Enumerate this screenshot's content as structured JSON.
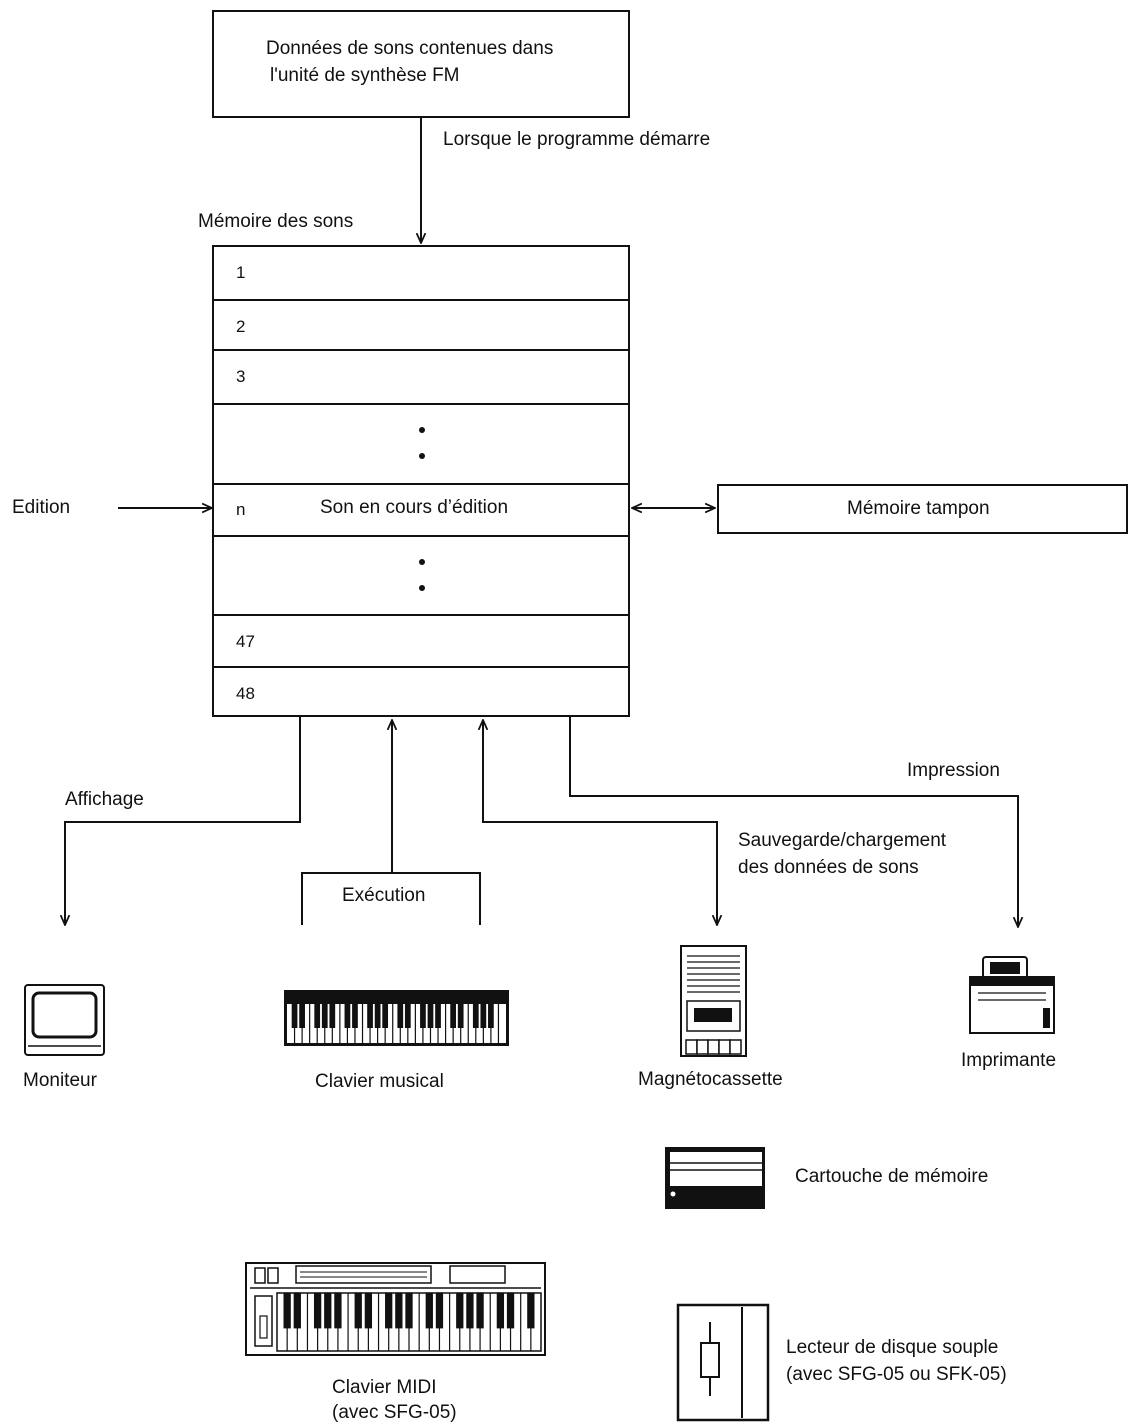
{
  "source_box": {
    "line1": "Données de sons contenues dans",
    "line2": "l'unité de synthèse FM"
  },
  "startup_label": "Lorsque le programme démarre",
  "memory": {
    "title": "Mémoire des sons",
    "rows": {
      "r1": "1",
      "r2": "2",
      "r3": "3",
      "rn": "n",
      "r47": "47",
      "r48": "48"
    },
    "current_sound": "Son en cours d’édition"
  },
  "edition_label": "Edition",
  "buffer_label": "Mémoire tampon",
  "display_label": "Affichage",
  "print_label": "Impression",
  "save_load_label": {
    "line1": "Sauvegarde/chargement",
    "line2": "des données de sons"
  },
  "play_label": "Exécution",
  "devices": {
    "monitor": "Moniteur",
    "keyboard": "Clavier musical",
    "cassette": "Magnétocassette",
    "printer": "Imprimante",
    "cartridge": "Cartouche de mémoire",
    "midi": {
      "line1": "Clavier MIDI",
      "line2": "(avec SFG-05)"
    },
    "floppy": {
      "line1": "Lecteur de disque souple",
      "line2": "(avec SFG-05 ou SFK-05)"
    }
  },
  "colors": {
    "ink": "#111111",
    "paper": "#ffffff"
  }
}
